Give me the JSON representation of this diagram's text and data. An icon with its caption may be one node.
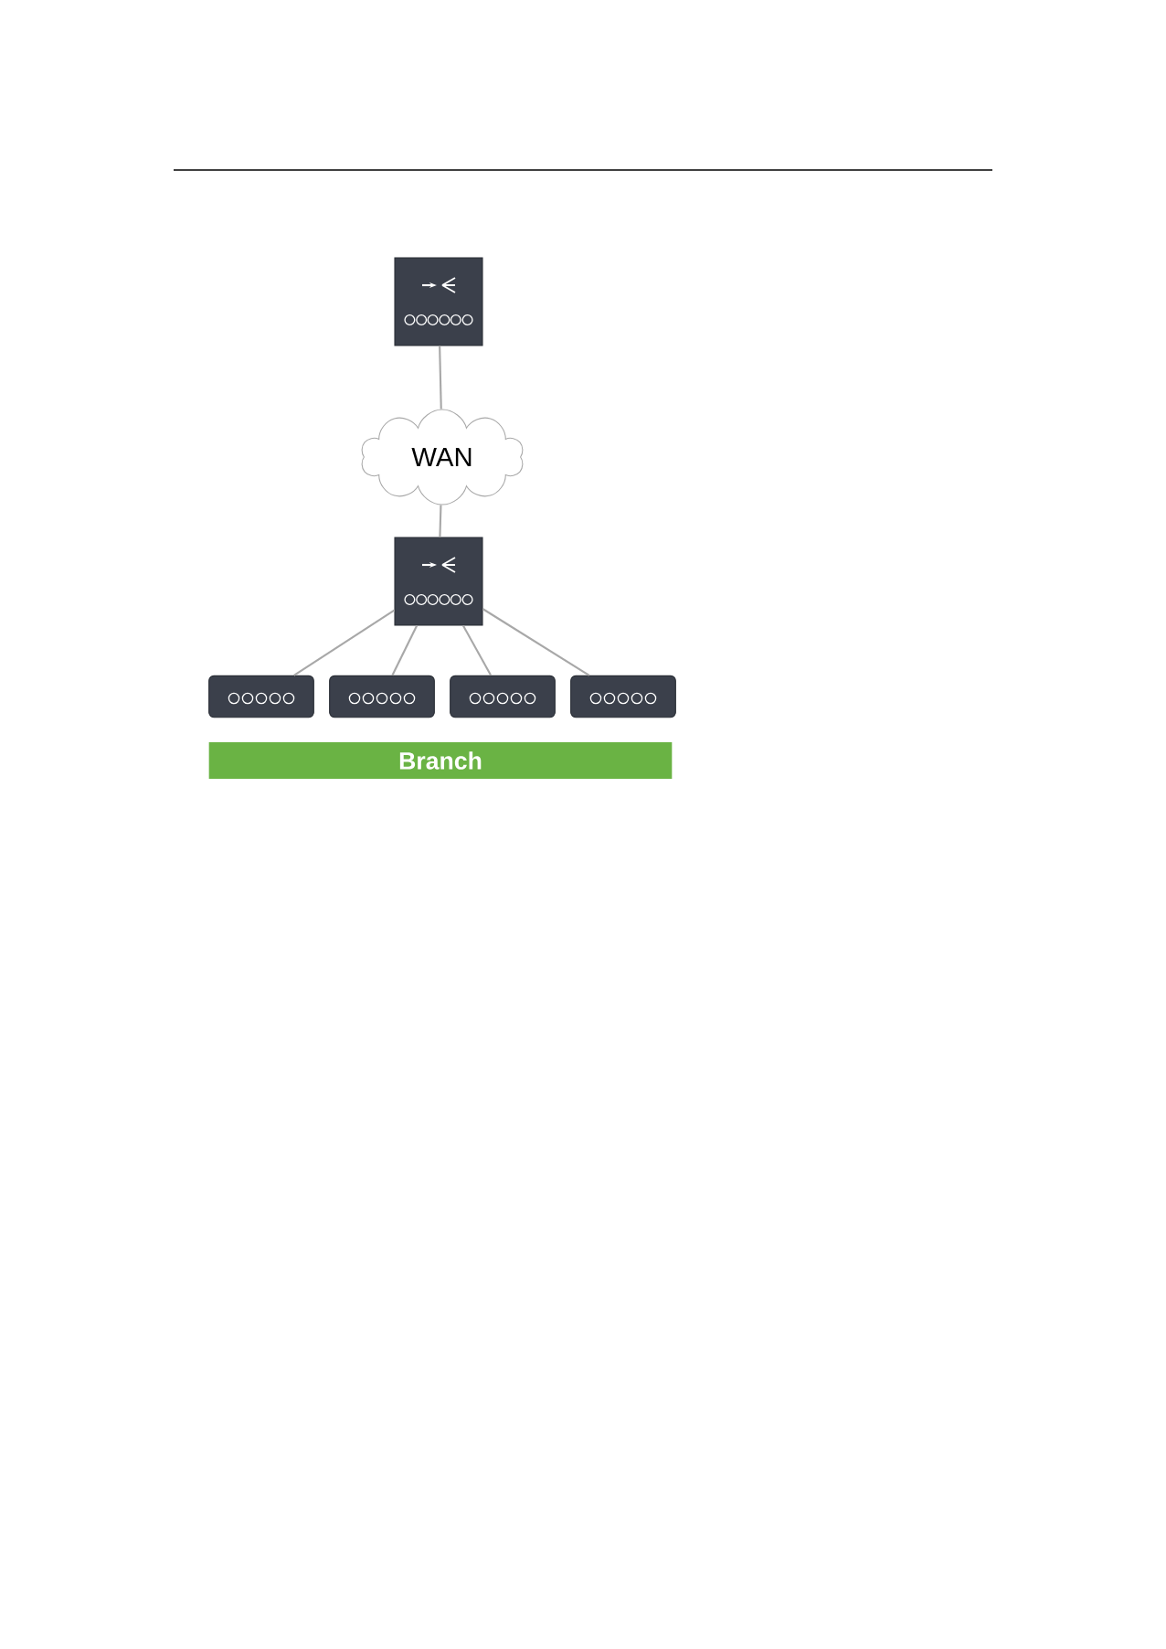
{
  "diagram": {
    "nodes": [
      {
        "text": [],
        "shape": "box"
      },
      {
        "text": [
          "WAN"
        ]
      },
      {
        "text": [],
        "shape": "box"
      },
      {
        "text": [],
        "shape": "bar"
      },
      {
        "text": [],
        "shape": "bar"
      },
      {
        "text": [],
        "shape": "bar"
      },
      {
        "text": [],
        "shape": "bar"
      },
      {
        "text": [
          "Branch"
        ]
      }
    ],
    "edges": [
      {
        "from": 0,
        "to": 1,
        "arrow": "none"
      },
      {
        "from": 1,
        "to": 2,
        "arrow": "none"
      },
      {
        "from": 2,
        "to": 3,
        "arrow": "none"
      },
      {
        "from": 2,
        "to": 4,
        "arrow": "none"
      },
      {
        "from": 2,
        "to": 5,
        "arrow": "none"
      },
      {
        "from": 2,
        "to": 6,
        "arrow": "none"
      }
    ]
  }
}
